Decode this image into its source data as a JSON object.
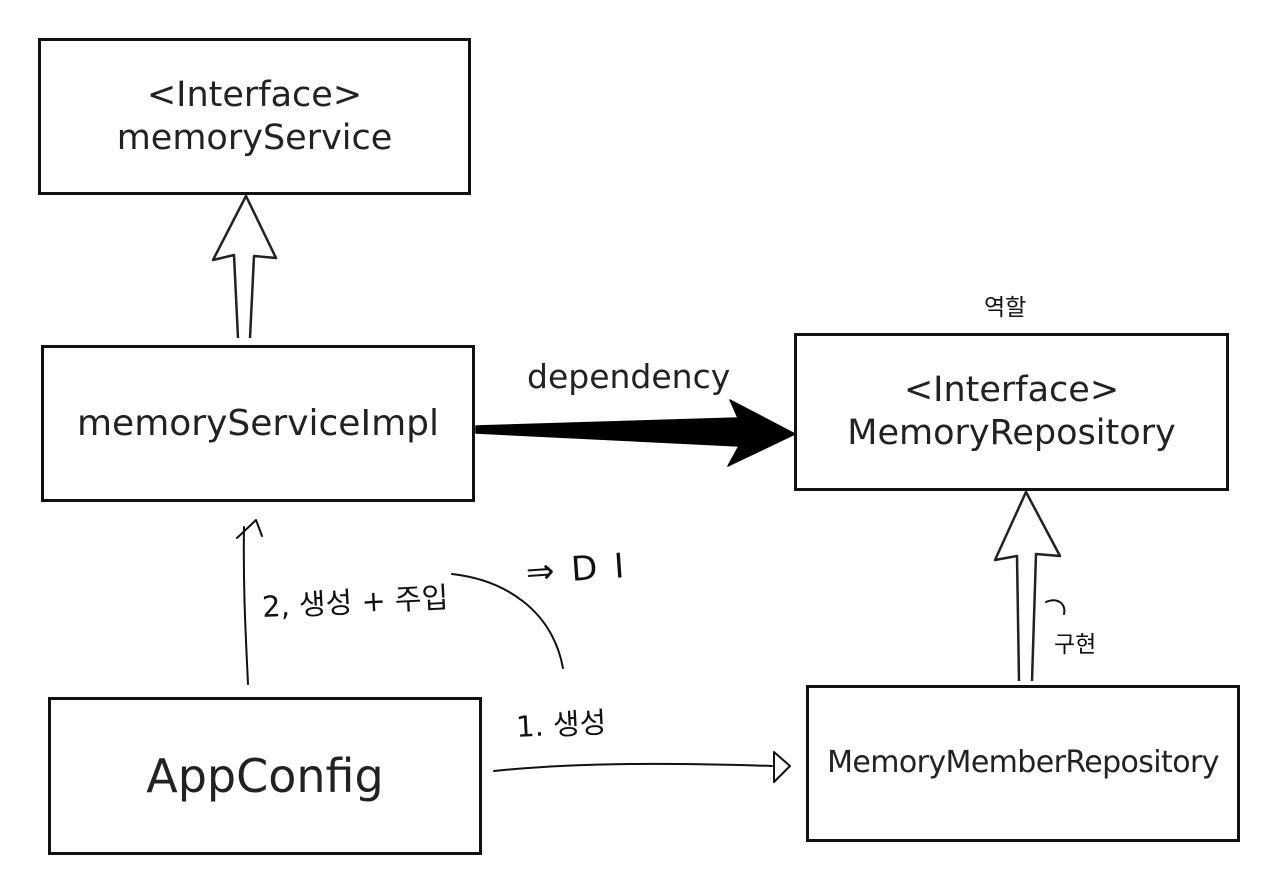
{
  "diagram": {
    "boxes": {
      "service": {
        "stereotype": "<Interface>",
        "name": "memoryService"
      },
      "service_impl": {
        "name": "memoryServiceImpl"
      },
      "repository": {
        "stereotype": "<Interface>",
        "name": "MemoryRepository"
      },
      "app_config": {
        "name": "AppConfig"
      },
      "member_repository": {
        "name": "MemoryMemberRepository"
      }
    },
    "edges": {
      "dependency_label": "dependency"
    },
    "annotations": {
      "role": "역할",
      "create_inject": "2, 생성 + 주입",
      "di": "⇒ D I",
      "implement": "구현",
      "create": "1. 생성"
    },
    "colors": {
      "line": "#111111",
      "background": "#ffffff"
    }
  }
}
